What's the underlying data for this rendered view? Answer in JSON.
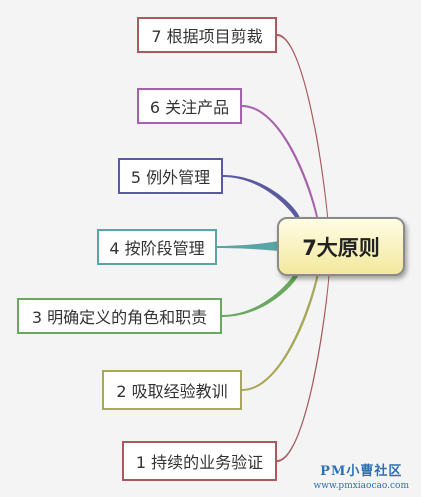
{
  "center": {
    "label": "7大原则"
  },
  "principles": [
    {
      "label": "7 根据项目剪裁",
      "color": "#a85a5c"
    },
    {
      "label": "6 关注产品",
      "color": "#a760ad"
    },
    {
      "label": "5 例外管理",
      "color": "#5a5aa0"
    },
    {
      "label": "4 按阶段管理",
      "color": "#5aa4a6"
    },
    {
      "label": "3 明确定义的角色和职责",
      "color": "#6aa85f"
    },
    {
      "label": "2 吸取经验教训",
      "color": "#a8a85a"
    },
    {
      "label": "1 持续的业务验证",
      "color": "#a85a5c"
    }
  ],
  "watermark": {
    "title": "PM小曹社区",
    "url": "www.pmxiaocao.com"
  }
}
